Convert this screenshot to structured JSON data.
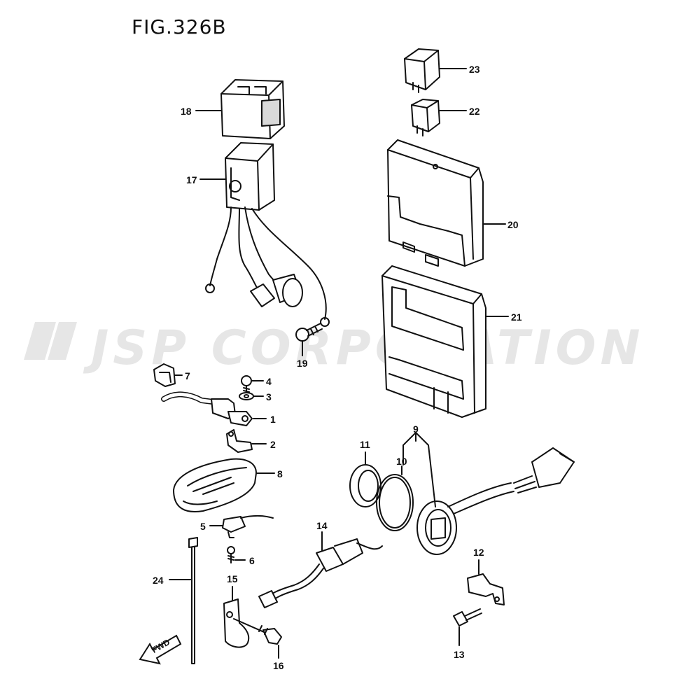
{
  "figure": {
    "title": "FIG.326B"
  },
  "watermark": {
    "text": "JSP CORPORATION"
  },
  "fwd_arrow": {
    "label": "FWD"
  },
  "callouts": {
    "n1": "1",
    "n2": "2",
    "n3": "3",
    "n4": "4",
    "n5": "5",
    "n6": "6",
    "n7": "7",
    "n8": "8",
    "n9": "9",
    "n10": "10",
    "n11": "11",
    "n12": "12",
    "n13": "13",
    "n14": "14",
    "n15": "15",
    "n16": "16",
    "n17": "17",
    "n18": "18",
    "n19": "19",
    "n20": "20",
    "n21": "21",
    "n22": "22",
    "n23": "23",
    "n24": "24"
  },
  "colors": {
    "line": "#111111",
    "watermark": "#e6e6e6",
    "part_fill": "#ffffff",
    "shade": "#d9d9d9"
  }
}
